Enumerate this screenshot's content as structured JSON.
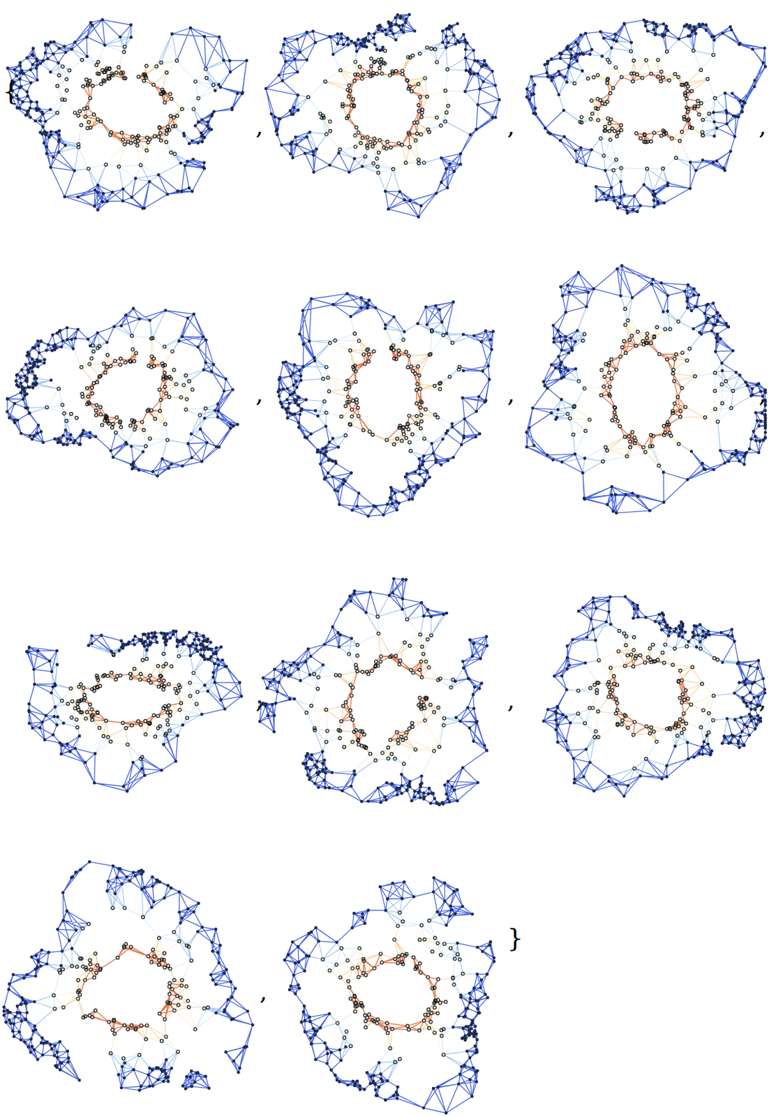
{
  "diagram": {
    "labels": [
      "{",
      ",",
      ",",
      ",",
      ",",
      ",",
      ",",
      ",",
      ",",
      ",",
      ",",
      "}"
    ]
  }
}
